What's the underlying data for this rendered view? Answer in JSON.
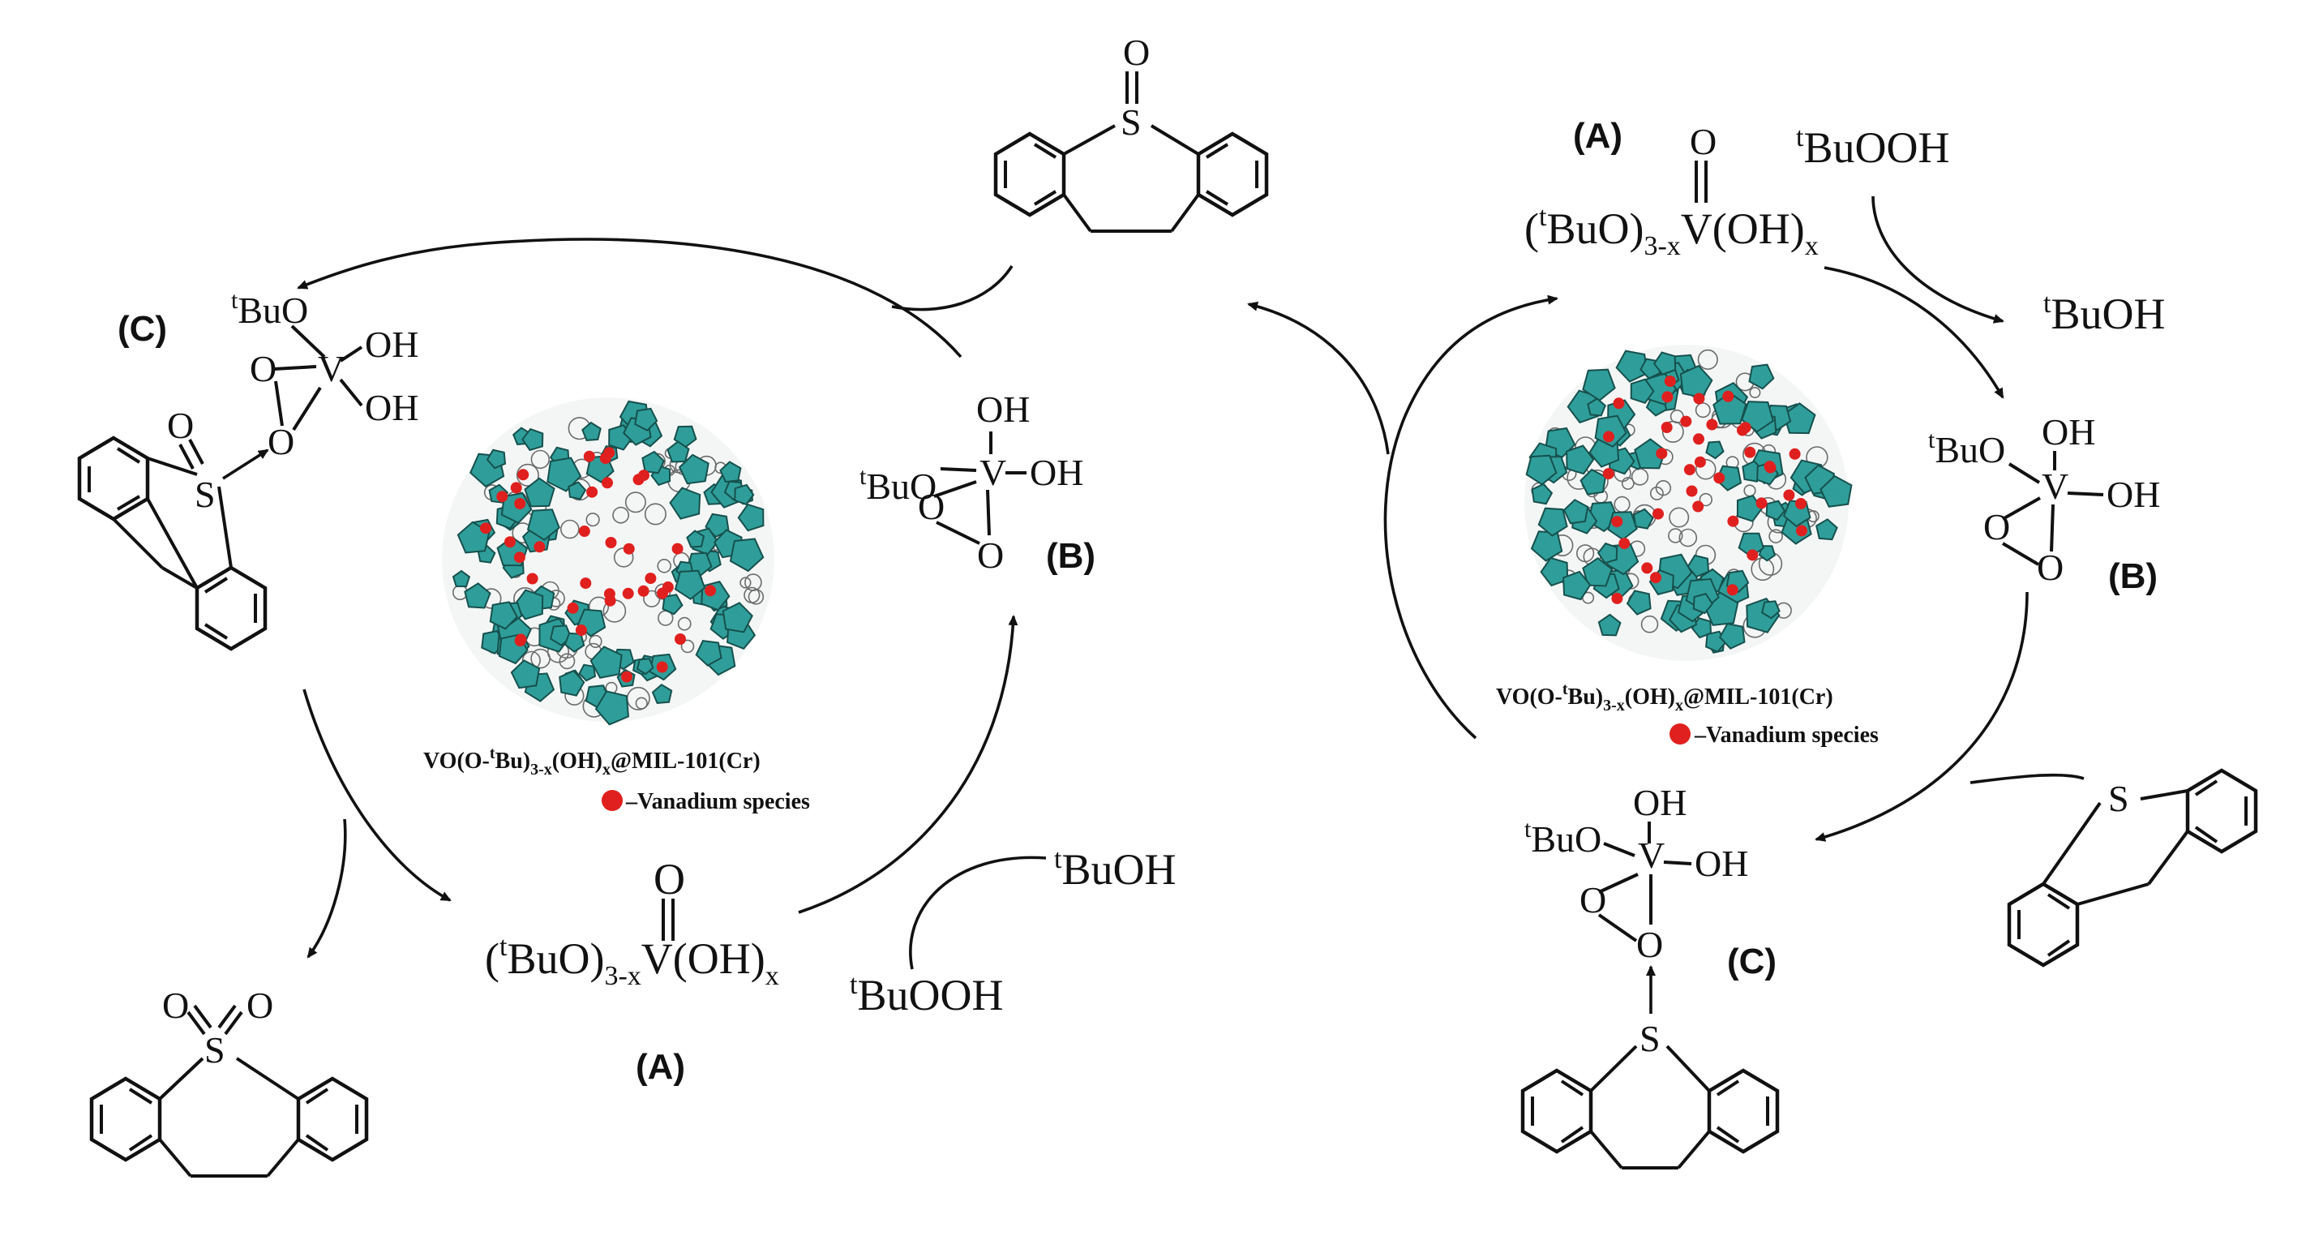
{
  "left_cycle": {
    "label_a": "(A)",
    "label_b": "(B)",
    "label_c": "(C)",
    "species_a": {
      "main": "(",
      "sup": "t",
      "mid": "BuO)",
      "sub": "3-x",
      "tail": "V(OH)",
      "sub2": "x",
      "oxo": "O"
    },
    "species_b": {
      "tbuo_sup": "t",
      "tbuo": "BuO",
      "oh": "OH",
      "v": "V",
      "o": "O"
    },
    "species_c": {
      "tbuo_sup": "t",
      "tbuo": "BuO",
      "oh": "OH",
      "v": "V",
      "o": "O"
    },
    "tbuooh": {
      "sup": "t",
      "text": "BuOOH"
    },
    "tbuoh": {
      "sup": "t",
      "text": "BuOH"
    },
    "sulfoxide": {
      "s": "S",
      "o": "O"
    },
    "sulfone": {
      "s": "S",
      "o": "O"
    },
    "mof_caption": {
      "pre": "VO(O-",
      "sup": "t",
      "mid": "Bu)",
      "sub": "3-x",
      "mid2": "(OH)",
      "sub2": "x",
      "tail": "@MIL-101(Cr)"
    },
    "legend": "–Vanadium species"
  },
  "right_cycle": {
    "label_a": "(A)",
    "label_b": "(B)",
    "label_c": "(C)",
    "species_a": {
      "main": "(",
      "sup": "t",
      "mid": "BuO)",
      "sub": "3-x",
      "tail": "V(OH)",
      "sub2": "x",
      "oxo": "O"
    },
    "species_b": {
      "tbuo_sup": "t",
      "tbuo": "BuO",
      "oh": "OH",
      "v": "V",
      "o": "O"
    },
    "species_c": {
      "tbuo_sup": "t",
      "tbuo": "BuO",
      "oh": "OH",
      "v": "V",
      "o": "O"
    },
    "tbuooh": {
      "sup": "t",
      "text": "BuOOH"
    },
    "tbuoh": {
      "sup": "t",
      "text": "BuOH"
    },
    "dbt": {
      "s": "S"
    },
    "mof_caption": {
      "pre": "VO(O-",
      "sup": "t",
      "mid": "Bu)",
      "sub": "3-x",
      "mid2": "(OH)",
      "sub2": "x",
      "tail": "@MIL-101(Cr)"
    },
    "legend": "–Vanadium species"
  },
  "colors": {
    "framework": "#2f9e9a",
    "vanadium": "#e0201e",
    "ink": "#111111"
  },
  "icons": [
    "mof-sphere",
    "vanadium-dot"
  ]
}
